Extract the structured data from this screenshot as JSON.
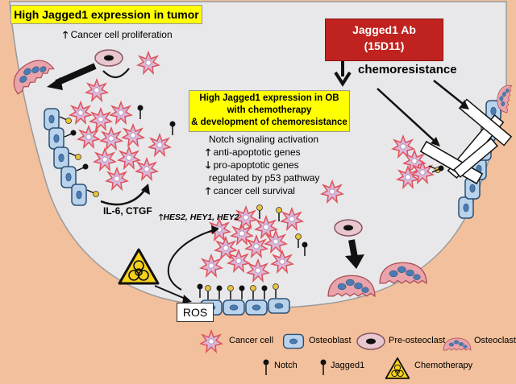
{
  "title_box": "High Jagged1 expression in tumor",
  "proliferation": "Cancer cell proliferation",
  "ob_box_line1": "High Jagged1 expression in OB",
  "ob_box_line2": "with chemotherapy",
  "ob_box_line3": "& development of chemoresistance",
  "notch_lines": {
    "l1": "Notch signaling activation",
    "l2": "anti-apoptotic  genes",
    "l3": "pro-apoptotic  genes",
    "l4": "regulated by p53 pathway",
    "l5": "cancer cell survival"
  },
  "antibody_line1": "Jagged1 Ab",
  "antibody_line2": "(15D11)",
  "chemoresistance": "chemoresistance",
  "il6": "IL-6, CTGF",
  "hes": "HES2, HEY1, HEY2",
  "ros": "ROS",
  "legend": {
    "cancer_cell": "Cancer cell",
    "osteoblast": "Osteoblast",
    "pre_osteoclast": "Pre-osteoclast",
    "osteoclast": "Osteoclast",
    "notch": "Notch",
    "jagged1": "Jagged1",
    "chemotherapy": "Chemotherapy"
  },
  "colors": {
    "bone": "#f2c09c",
    "marrow": "#e8e8ea",
    "cancer_fill": "#d9b8dc",
    "cancer_stroke": "#e0525a",
    "osteoblast_fill": "#b9d3ec",
    "osteoblast_stroke": "#2c4f73",
    "osteoclast_fill": "#e9a3aa",
    "antibody_red": "#c0221f",
    "highlight_yellow": "#ffff00"
  }
}
